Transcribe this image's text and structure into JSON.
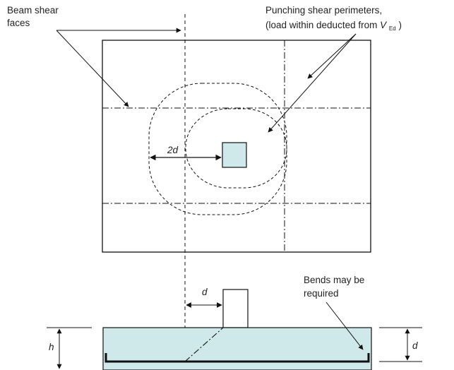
{
  "labels": {
    "beam_shear_line1": "Beam shear",
    "beam_shear_line2": "faces",
    "punching_line1": "Punching shear perimeters,",
    "punching_line2_prefix": "(load within deducted from ",
    "punching_line2_var": "V",
    "punching_line2_sub": "Ed",
    "punching_line2_suffix": ")",
    "bends_line1": "Bends may be",
    "bends_line2": "required",
    "dim_2d": "2d",
    "dim_d_section": "d",
    "dim_h": "h",
    "dim_d_right": "d"
  },
  "colors": {
    "line": "#111111",
    "fill_light": "#cfe9ea",
    "text": "#222222"
  }
}
